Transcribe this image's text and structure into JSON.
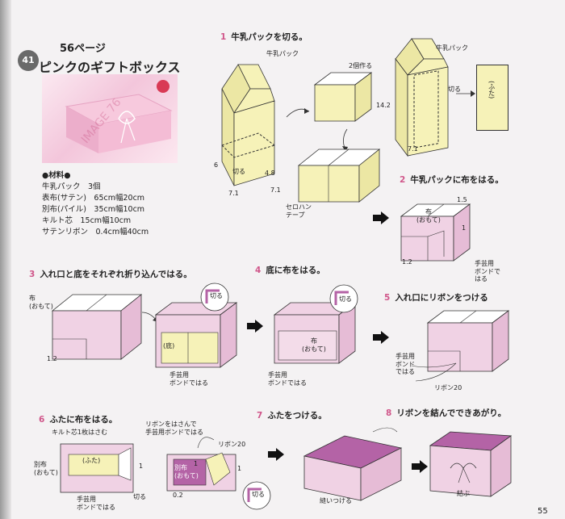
{
  "colors": {
    "accent": "#d0568a",
    "box_yellow": "#f6f2b8",
    "box_pink": "#f0d2e4",
    "box_purple": "#b463a6",
    "badge": "#6a6a6a"
  },
  "header": {
    "badge": "41",
    "page_ref": "56ページ",
    "title": "ピンクのギフトボックス"
  },
  "photo": {
    "watermark": "IMAGE 76"
  },
  "materials": {
    "heading": "●材料●",
    "items": [
      "牛乳パック　3個",
      "表布(サテン)　65cm幅20cm",
      "別布(パイル)　35cm幅10cm",
      "キルト芯　15cm幅10cm",
      "サテンリボン　0.4cm幅40cm"
    ]
  },
  "steps": {
    "s1": {
      "num": "1",
      "text": "牛乳パックを切る。"
    },
    "s2": {
      "num": "2",
      "text": "牛乳パックに布をはる。"
    },
    "s3": {
      "num": "3",
      "text": "入れ口と底をそれぞれ折り込んではる。"
    },
    "s4": {
      "num": "4",
      "text": "底に布をはる。"
    },
    "s5": {
      "num": "5",
      "text": "入れ口にリボンをつける"
    },
    "s6": {
      "num": "6",
      "text": "ふたに布をはる。"
    },
    "s7": {
      "num": "7",
      "text": "ふたをつける。"
    },
    "s8": {
      "num": "8",
      "text": "リボンを結んでできあがり。"
    }
  },
  "labels": {
    "milk_pack_1": "牛乳パック",
    "milk_pack_2": "牛乳パック",
    "make_two": "2個作る",
    "cut": "切る",
    "d6": "6",
    "d48": "4.8",
    "d71a": "7.1",
    "d71b": "7.1",
    "d142": "14.2",
    "d71c": "7.1",
    "lid": "(ふた)",
    "cello": "セロハン\nテープ",
    "d15": "1.5",
    "cloth_front": "布\n(おもて)",
    "d1a": "1",
    "d12a": "1.2",
    "glue_a": "手芸用\nボンドで\nはる",
    "cloth_front2": "布\n(おもて)",
    "d12b": "1.2",
    "cut2": "切る",
    "bottom": "(底)",
    "glue_b": "手芸用\nボンドではる",
    "cut3": "切る",
    "cloth_front3": "布\n(おもて)",
    "glue_c": "手芸用\nボンドではる",
    "glue_d": "手芸用\nボンド\nではる",
    "ribbon20a": "リボン20",
    "quilt_fold": "キルト芯1枚はさむ",
    "other_cloth_front": "別布\n(おもて)",
    "lid2": "(ふた)",
    "d1b": "1",
    "cut4": "切る",
    "glue_e": "手芸用\nボンドではる",
    "ribbon_glue": "リボンをはさんで\n手芸用ボンドではる",
    "ribbon20b": "リボン20",
    "d1c": "1",
    "other_cloth_front2": "別布\n(おもて)",
    "d1d": "1",
    "d02": "0.2",
    "cut5": "切る",
    "sew": "縫いつける",
    "tie": "結ぶ"
  },
  "footer": {
    "page_number": "55"
  }
}
